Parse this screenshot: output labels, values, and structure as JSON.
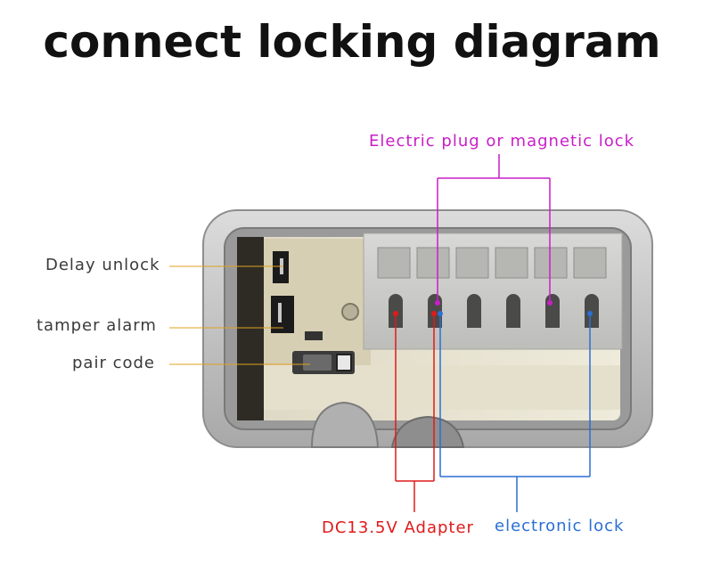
{
  "title": "connect locking diagram",
  "labels": {
    "delay_unlock": "Delay unlock",
    "tamper_alarm": "tamper alarm",
    "pair_code": "pair code",
    "magnetic_lock": "Electric plug or magnetic lock",
    "adapter": "DC13.5V Adapter",
    "electronic_lock": "electronic lock"
  },
  "colors": {
    "magnetic_lock": "#c81ec8",
    "adapter": "#e01a1a",
    "electronic_lock": "#2a6fd6",
    "leader_lines": "#e0a020"
  }
}
